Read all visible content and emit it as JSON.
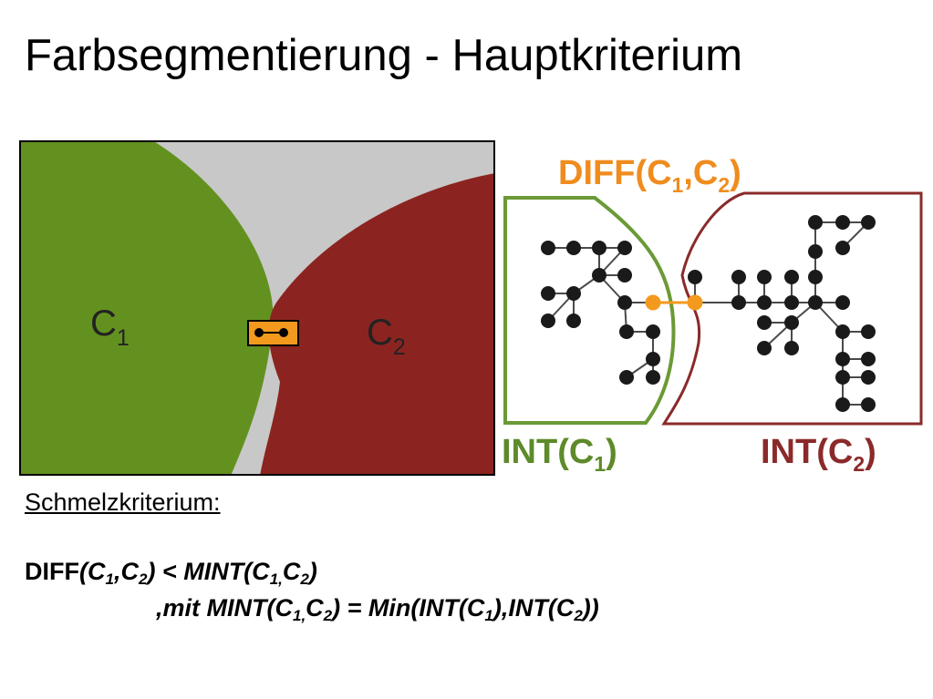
{
  "title": "Farbsegmentierung - Hauptkriterium",
  "segmentation": {
    "region1": {
      "letter": "C",
      "sub": "1",
      "color": "#63911f"
    },
    "region2": {
      "letter": "C",
      "sub": "2",
      "color": "#8b2420"
    },
    "boundary_color": "#c8c8c8",
    "edge_marker_color": "#f39a1e"
  },
  "graph": {
    "diff_label": {
      "pre": "DIFF(C",
      "sub1": "1",
      "mid": ",C",
      "sub2": "2",
      "post": ")",
      "color": "#f08c1e"
    },
    "int1_label": {
      "pre": "INT(C",
      "sub": "1",
      "post": ")",
      "color": "#5d8a2a"
    },
    "int2_label": {
      "pre": "INT(C",
      "sub": "2",
      "post": ")",
      "color": "#8b2a2a"
    },
    "node_color": "#1a1a1a",
    "bridge_node_color": "#f39a1e"
  },
  "criterion": {
    "heading": "Schmelzkriterium:",
    "line1": {
      "a": "DIFF",
      "b": "(C",
      "c": "1",
      "d": ",C",
      "e": "2",
      "f": ") < MINT(C",
      "g": "1,",
      "h": "C",
      "i": "2",
      "j": ")"
    },
    "line2": {
      "a": ",mit MINT(C",
      "b": "1,",
      "c": "C",
      "d": "2",
      "e": ") = Min(INT(C",
      "f": "1",
      "g": "),INT(C",
      "h": "2",
      "i": "))"
    }
  }
}
